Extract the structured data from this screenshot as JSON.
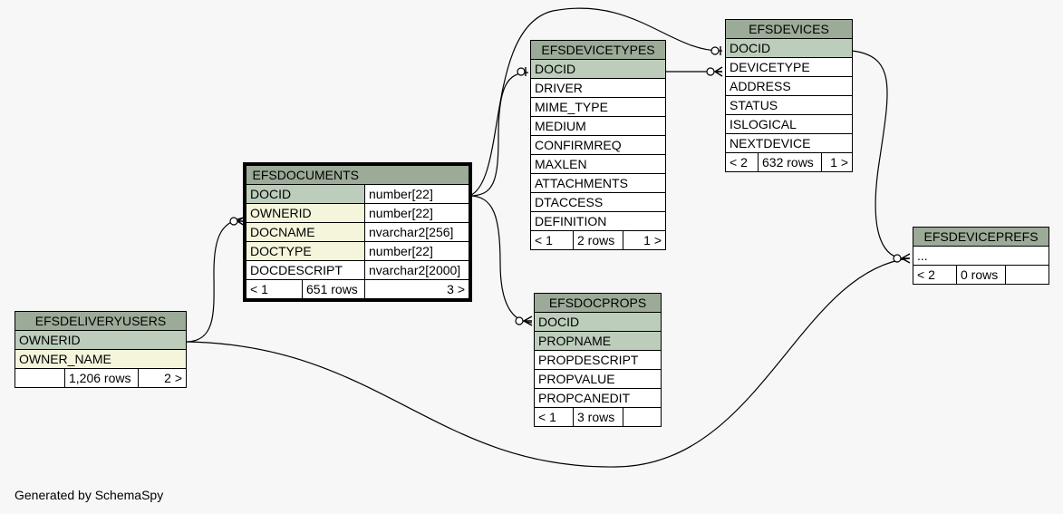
{
  "tables": {
    "efsdocuments": {
      "name": "EFSDOCUMENTS",
      "columns": [
        {
          "name": "DOCID",
          "type": "number[22]"
        },
        {
          "name": "OWNERID",
          "type": "number[22]"
        },
        {
          "name": "DOCNAME",
          "type": "nvarchar2[256]"
        },
        {
          "name": "DOCTYPE",
          "type": "number[22]"
        },
        {
          "name": "DOCDESCRIPT",
          "type": "nvarchar2[2000]"
        }
      ],
      "footer": {
        "parents": "< 1",
        "rows": "651 rows",
        "children": "3 >"
      }
    },
    "efsdevicetypes": {
      "name": "EFSDEVICETYPES",
      "columns": [
        "DOCID",
        "DRIVER",
        "MIME_TYPE",
        "MEDIUM",
        "CONFIRMREQ",
        "MAXLEN",
        "ATTACHMENTS",
        "DTACCESS",
        "DEFINITION"
      ],
      "footer": {
        "parents": "< 1",
        "rows": "2 rows",
        "children": "1 >"
      }
    },
    "efsdevices": {
      "name": "EFSDEVICES",
      "columns": [
        "DOCID",
        "DEVICETYPE",
        "ADDRESS",
        "STATUS",
        "ISLOGICAL",
        "NEXTDEVICE"
      ],
      "footer": {
        "parents": "< 2",
        "rows": "632 rows",
        "children": "1 >"
      }
    },
    "efsdeviceprefs": {
      "name": "EFSDEVICEPREFS",
      "columns": [
        "..."
      ],
      "footer": {
        "parents": "< 2",
        "rows": "0 rows",
        "children": ""
      }
    },
    "efsdocprops": {
      "name": "EFSDOCPROPS",
      "columns": [
        "DOCID",
        "PROPNAME",
        "PROPDESCRIPT",
        "PROPVALUE",
        "PROPCANEDIT"
      ],
      "footer": {
        "parents": "< 1",
        "rows": "3 rows",
        "children": ""
      }
    },
    "efsdeliveryusers": {
      "name": "EFSDELIVERYUSERS",
      "columns": [
        "OWNERID",
        "OWNER_NAME"
      ],
      "footer": {
        "parents": "",
        "rows": "1,206 rows",
        "children": "2 >"
      }
    }
  },
  "footer_text": "Generated by SchemaSpy",
  "colors": {
    "header": "#9caa98",
    "primary_key": "#bccdbb",
    "foreign_key": "#f5f5dc",
    "column": "#ffffff",
    "background": "#f7f7f7"
  }
}
